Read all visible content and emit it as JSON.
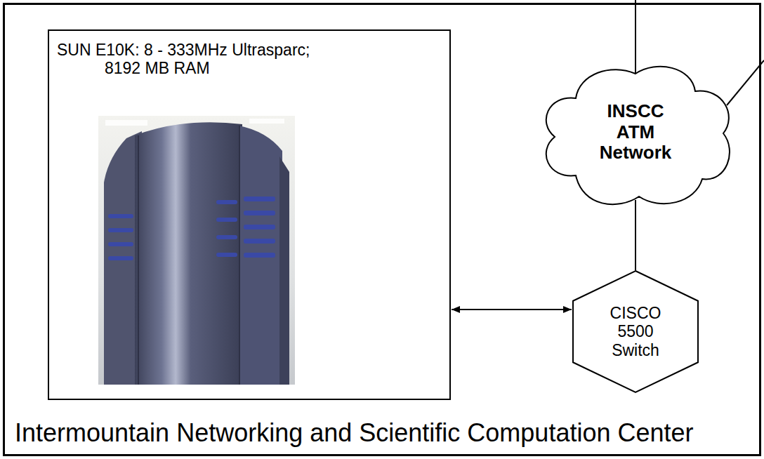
{
  "diagram": {
    "nodes": [
      {
        "text": [
          "Intermountain Networking and Scientific Computation Center"
        ]
      },
      {
        "text": [
          "SUN E10K: 8 - 333MHz Ultrasparc; 8192 MB RAM"
        ],
        "in": 0
      },
      {
        "text": [
          "INSCC ATM Network"
        ],
        "in": 0
      },
      {
        "text": [
          "CISCO 5500 Switch"
        ],
        "in": 0
      }
    ],
    "edges": [
      {
        "from": 2,
        "to": 3,
        "arrow": "none"
      },
      {
        "from": 1,
        "to": 3,
        "arrow": "both"
      }
    ]
  }
}
